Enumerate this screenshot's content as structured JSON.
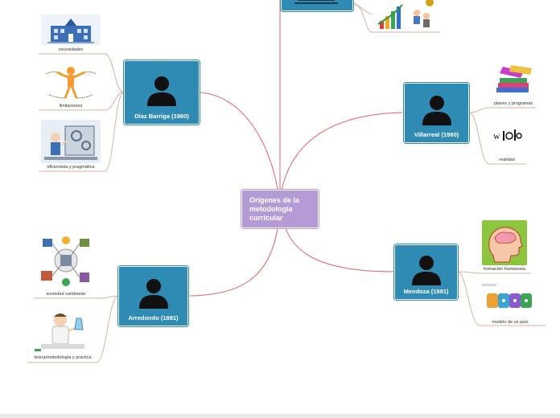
{
  "central": {
    "title": "Orígenes de la metodología curricular",
    "color": "#b59bd6"
  },
  "colors": {
    "branch": "#e2636a",
    "node": "#2f8bb3",
    "sub": "#d9b2a3"
  },
  "nodes": {
    "diaz": {
      "label": "Díaz Barriga (1980)"
    },
    "villarreal": {
      "label": "Villarreal (1980)"
    },
    "arredondo": {
      "label": "Arredondo (1981)"
    },
    "mendoza": {
      "label": "Mendoza (1981)"
    }
  },
  "leaves": {
    "necesidades": {
      "caption": "necesidades",
      "icon": "school-building-icon"
    },
    "limitaciones": {
      "caption": "limitaciones",
      "icon": "chained-figure-icon"
    },
    "eficientista": {
      "caption": "eficientista y pragmática",
      "icon": "machine-cartoon-icon"
    },
    "planes": {
      "caption": "planes y programas",
      "icon": "books-icon"
    },
    "realidad": {
      "caption": "realidad",
      "icon": "realidad-text-icon"
    },
    "sociedad": {
      "caption": "sociedad cambiante",
      "icon": "society-cluster-icon"
    },
    "teoria": {
      "caption": "teoría/metodología y practica",
      "icon": "scientist-icon"
    },
    "humanista": {
      "caption": "formación Humanista",
      "icon": "head-brain-icon"
    },
    "modelo": {
      "caption": "modelo de un país",
      "icon": "puzzle-icon"
    },
    "top_chart": {
      "icon": "growth-chart-icon"
    }
  }
}
